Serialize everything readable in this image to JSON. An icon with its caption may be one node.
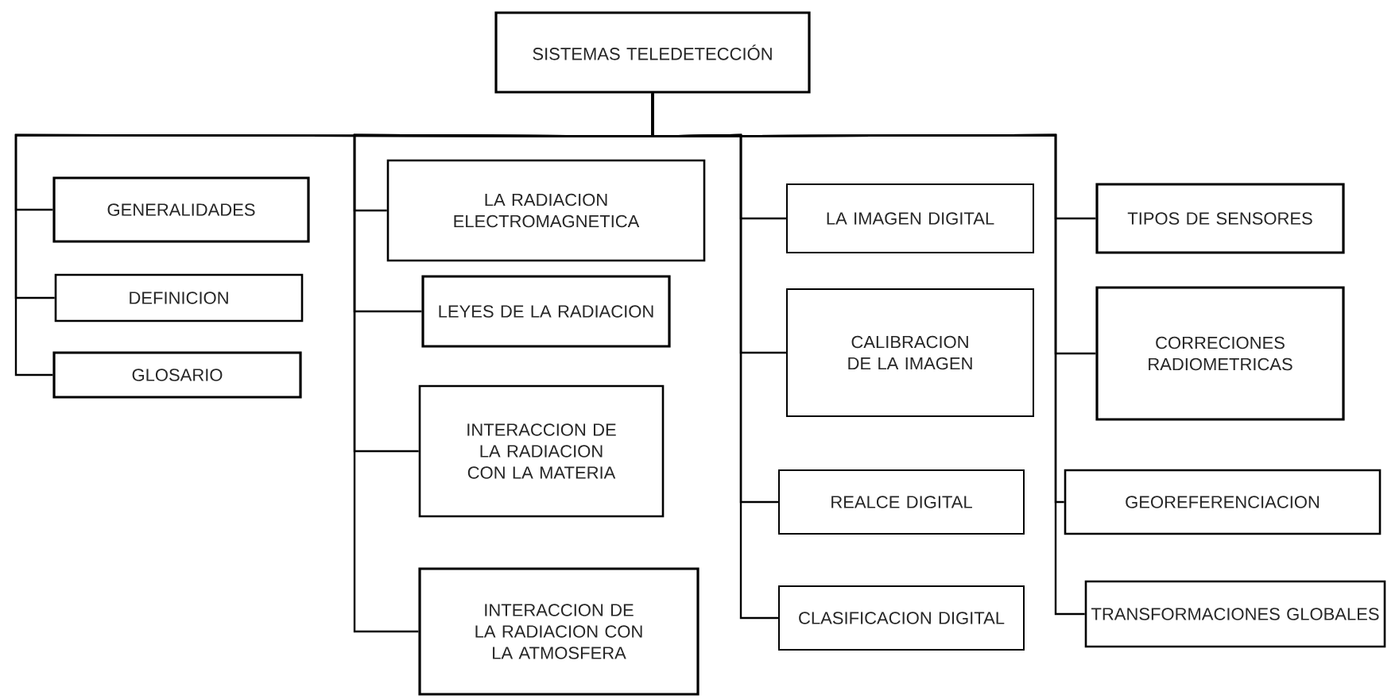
{
  "diagram": {
    "nodes": [
      {
        "text": [
          "SISTEMAS TELEDETECCIÓN"
        ]
      },
      {
        "text": [
          "GENERALIDADES"
        ]
      },
      {
        "text": [
          "DEFINICION"
        ]
      },
      {
        "text": [
          "GLOSARIO"
        ]
      },
      {
        "text": [
          "LA RADIACION ELECTROMAGNETICA"
        ]
      },
      {
        "text": [
          "LEYES DE LA RADIACION"
        ]
      },
      {
        "text": [
          "INTERACCION DE LA RADIACION CON LA MATERIA"
        ]
      },
      {
        "text": [
          "INTERACCION DE LA RADIACION CON LA ATMOSFERA"
        ]
      },
      {
        "text": [
          "LA IMAGEN DIGITAL"
        ]
      },
      {
        "text": [
          "CALIBRACION DE LA IMAGEN"
        ]
      },
      {
        "text": [
          "REALCE DIGITAL"
        ]
      },
      {
        "text": [
          "CLASIFICACION DIGITAL"
        ]
      },
      {
        "text": [
          "TIPOS DE SENSORES"
        ]
      },
      {
        "text": [
          "CORRECIONES RADIOMETRICAS"
        ]
      },
      {
        "text": [
          "GEOREFERENCIACION"
        ]
      },
      {
        "text": [
          "TRANSFORMACIONES GLOBALES"
        ]
      }
    ],
    "edges": [
      {
        "from": 0,
        "to": 1,
        "arrow": "none"
      },
      {
        "from": 0,
        "to": 2,
        "arrow": "none"
      },
      {
        "from": 0,
        "to": 3,
        "arrow": "none"
      },
      {
        "from": 0,
        "to": 4,
        "arrow": "none"
      },
      {
        "from": 0,
        "to": 5,
        "arrow": "none"
      },
      {
        "from": 0,
        "to": 6,
        "arrow": "none"
      },
      {
        "from": 0,
        "to": 7,
        "arrow": "none"
      },
      {
        "from": 0,
        "to": 8,
        "arrow": "none"
      },
      {
        "from": 0,
        "to": 9,
        "arrow": "none"
      },
      {
        "from": 0,
        "to": 10,
        "arrow": "none"
      },
      {
        "from": 0,
        "to": 11,
        "arrow": "none"
      },
      {
        "from": 0,
        "to": 12,
        "arrow": "none"
      },
      {
        "from": 0,
        "to": 13,
        "arrow": "none"
      },
      {
        "from": 0,
        "to": 14,
        "arrow": "none"
      },
      {
        "from": 0,
        "to": 15,
        "arrow": "none"
      }
    ]
  }
}
